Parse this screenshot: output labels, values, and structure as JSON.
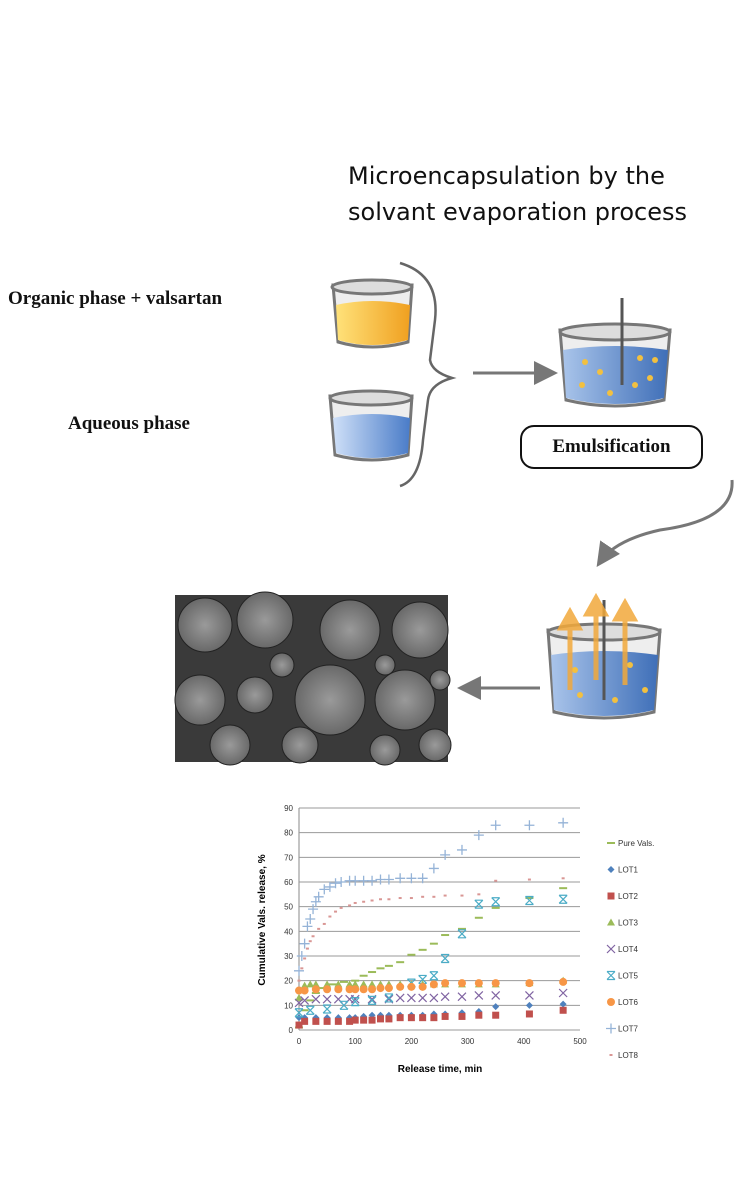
{
  "title_line1": "Microencapsulation by the",
  "title_line2": "solvant evaporation process",
  "labels": {
    "organic": "Organic phase + valsartan",
    "aqueous": "Aqueous phase",
    "emulsification": "Emulsification"
  },
  "colors": {
    "organic": "#f5b82a",
    "aqueous": "#6f9de0",
    "arrow": "#777777",
    "evap": "#f2a93b"
  },
  "chart_data": {
    "type": "scatter",
    "xlabel": "Release time, min",
    "ylabel": "Cumulative Vals. release, %",
    "xlim": [
      0,
      500
    ],
    "ylim": [
      0,
      90
    ],
    "xticks": [
      "0",
      "100",
      "200",
      "300",
      "400",
      "500"
    ],
    "yticks": [
      "0",
      "10",
      "20",
      "30",
      "40",
      "50",
      "60",
      "70",
      "80",
      "90"
    ],
    "grid": "horizontal",
    "legend_position": "right",
    "series": [
      {
        "name": "Pure Vals.",
        "color": "#9bbb59",
        "marker": "dash",
        "x": [
          0,
          5,
          10,
          20,
          30,
          40,
          60,
          80,
          100,
          115,
          130,
          145,
          160,
          180,
          200,
          220,
          240,
          260,
          290,
          320,
          350,
          410,
          470
        ],
        "y": [
          1,
          3,
          8,
          12,
          15,
          17,
          18.5,
          19.5,
          20,
          22,
          23.5,
          25,
          26,
          27.5,
          30.5,
          32.5,
          35,
          38.5,
          41,
          45.5,
          49.5,
          53.5,
          57.5
        ]
      },
      {
        "name": "LOT1",
        "color": "#4f81bd",
        "marker": "diamond",
        "x": [
          0,
          10,
          30,
          50,
          70,
          90,
          100,
          115,
          130,
          145,
          160,
          180,
          200,
          220,
          240,
          260,
          290,
          320,
          350,
          410,
          470
        ],
        "y": [
          5,
          5,
          5,
          5,
          5,
          5,
          5,
          5.5,
          6,
          6,
          6,
          6,
          6,
          6,
          6.5,
          6.5,
          7,
          7.5,
          9.5,
          10,
          10.5
        ]
      },
      {
        "name": "LOT2",
        "color": "#c0504d",
        "marker": "square",
        "x": [
          0,
          10,
          30,
          50,
          70,
          90,
          100,
          115,
          130,
          145,
          160,
          180,
          200,
          220,
          240,
          260,
          290,
          320,
          350,
          410,
          470
        ],
        "y": [
          2,
          3.5,
          3.5,
          3.5,
          3.5,
          3.5,
          4,
          4,
          4,
          4.5,
          4.5,
          5,
          5,
          5,
          5,
          5.5,
          5.5,
          6,
          6,
          6.5,
          8
        ]
      },
      {
        "name": "LOT3",
        "color": "#9bbb59",
        "marker": "triangle",
        "x": [
          0,
          10,
          20,
          30,
          50,
          70,
          90,
          100,
          115,
          130,
          145,
          160,
          180,
          200,
          220,
          240,
          260,
          290,
          320,
          350,
          410,
          470
        ],
        "y": [
          13,
          18,
          18.5,
          18.5,
          18.5,
          18.5,
          18.5,
          18.5,
          18.5,
          18.5,
          18.5,
          18.5,
          18.5,
          18.5,
          18.5,
          18.5,
          18.5,
          18.5,
          18.5,
          18.5,
          19,
          20
        ]
      },
      {
        "name": "LOT4",
        "color": "#8064a2",
        "marker": "x",
        "x": [
          0,
          10,
          30,
          50,
          70,
          90,
          100,
          130,
          160,
          180,
          200,
          220,
          240,
          260,
          290,
          320,
          350,
          410,
          470
        ],
        "y": [
          11,
          12,
          12.5,
          12.5,
          12.5,
          12.5,
          12.5,
          12.5,
          12.5,
          13,
          13,
          13,
          13,
          13.5,
          13.5,
          14,
          14,
          14,
          15
        ]
      },
      {
        "name": "LOT5",
        "color": "#4bacc6",
        "marker": "star",
        "x": [
          0,
          20,
          50,
          80,
          100,
          130,
          160,
          200,
          220,
          240,
          260,
          290,
          320,
          350,
          410,
          470
        ],
        "y": [
          7,
          8,
          8.5,
          10,
          11.5,
          12,
          13,
          19,
          20.5,
          22,
          29,
          39,
          51,
          52,
          52.5,
          53
        ]
      },
      {
        "name": "LOT6",
        "color": "#f79646",
        "marker": "circle",
        "x": [
          0,
          10,
          30,
          50,
          70,
          90,
          100,
          115,
          130,
          145,
          160,
          180,
          200,
          220,
          240,
          260,
          290,
          320,
          350,
          410,
          470
        ],
        "y": [
          16,
          16,
          16.5,
          16.5,
          16.5,
          16.5,
          16.5,
          16.5,
          16.5,
          17,
          17,
          17.5,
          17.5,
          17.5,
          18.5,
          19,
          19,
          19,
          19,
          19,
          19.5
        ]
      },
      {
        "name": "LOT7",
        "color": "#95b3d7",
        "marker": "plus",
        "x": [
          0,
          5,
          10,
          15,
          20,
          25,
          30,
          35,
          45,
          55,
          65,
          75,
          90,
          100,
          115,
          130,
          145,
          160,
          180,
          200,
          220,
          240,
          260,
          290,
          320,
          350,
          410,
          470
        ],
        "y": [
          24,
          30,
          35,
          42,
          45,
          49,
          52,
          54,
          57,
          58,
          59.5,
          60,
          60.5,
          60.5,
          60.5,
          60.5,
          61,
          61,
          61.5,
          61.5,
          61.5,
          65.5,
          71,
          73,
          79,
          83,
          83,
          84
        ]
      },
      {
        "name": "LOT8",
        "color": "#d99694",
        "marker": "dot",
        "x": [
          0,
          5,
          10,
          15,
          20,
          25,
          35,
          45,
          55,
          65,
          75,
          90,
          100,
          115,
          130,
          145,
          160,
          180,
          200,
          220,
          240,
          260,
          290,
          320,
          350,
          410,
          470
        ],
        "y": [
          20,
          25,
          29,
          33,
          36,
          38,
          41,
          43,
          46,
          48,
          49.5,
          50.5,
          51.5,
          52,
          52.5,
          53,
          53,
          53.5,
          53.5,
          54,
          54,
          54.5,
          54.5,
          55,
          60.5,
          61,
          61.5
        ]
      }
    ]
  }
}
